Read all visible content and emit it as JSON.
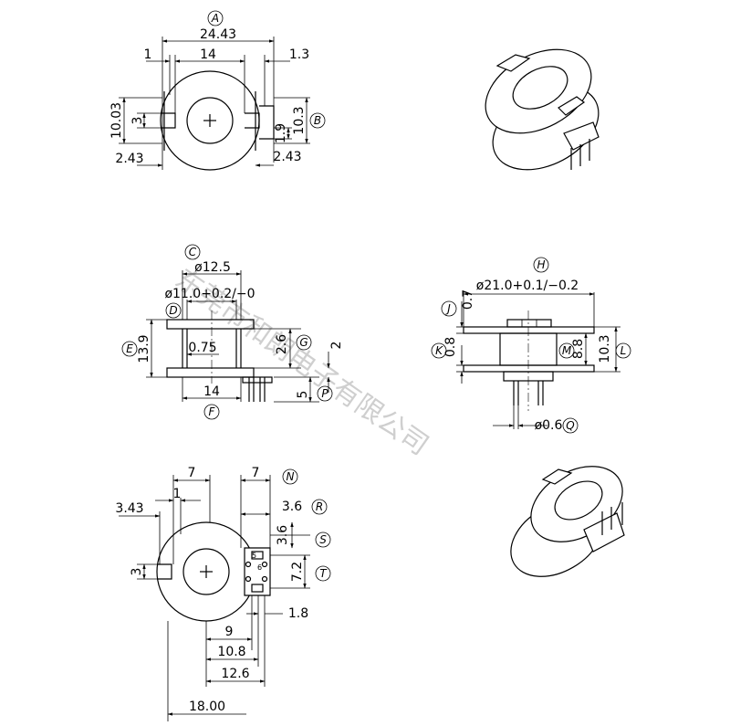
{
  "labels": {
    "A": "A",
    "B": "B",
    "C": "C",
    "D": "D",
    "E": "E",
    "F": "F",
    "G": "G",
    "H": "H",
    "J": "J",
    "K": "K",
    "L": "L",
    "M": "M",
    "N": "N",
    "P": "P",
    "Q": "Q",
    "R": "R",
    "S": "S",
    "T": "T"
  },
  "top_view": {
    "dims": [
      "24.43",
      "14",
      "1",
      "1.3",
      "10.03",
      "3",
      "10.3",
      "1.9",
      "2.43",
      "2.43"
    ]
  },
  "front_view": {
    "dims": [
      "ø12.5",
      "ø11.0+0.2/−0",
      "0.75",
      "13.9",
      "2.6",
      "2",
      "14",
      "5"
    ]
  },
  "side_view": {
    "dims": [
      "ø21.0+0.1/−0.2",
      "0.7",
      "0.8",
      "8.8",
      "10.3",
      "ø0.6"
    ]
  },
  "bottom_view": {
    "dims": [
      "7",
      "7",
      "1",
      "3.43",
      "3.6",
      "3.6",
      "3",
      "7.2",
      "1.8",
      "9",
      "10.8",
      "12.6",
      "18.00"
    ],
    "pin_marks": [
      "5",
      "6"
    ]
  },
  "watermark": "东莞市和朗电子有限公司"
}
